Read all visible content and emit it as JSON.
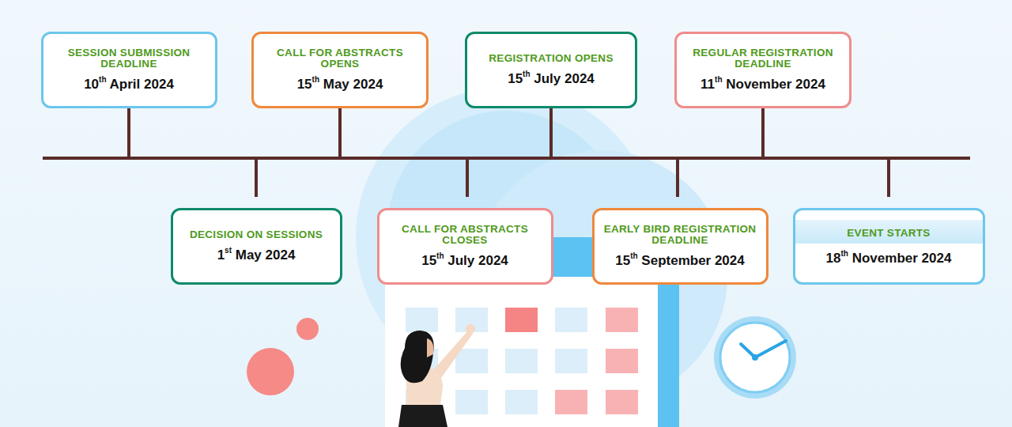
{
  "diagram": {
    "nodes": [
      {
        "text": [
          "SESSION SUBMISSION DEADLINE",
          "10th April 2024"
        ]
      },
      {
        "text": [
          "DECISION ON SESSIONS",
          "1st May 2024"
        ]
      },
      {
        "text": [
          "CALL FOR ABSTRACTS OPENS",
          "15th May 2024"
        ]
      },
      {
        "text": [
          "CALL FOR ABSTRACTS CLOSES",
          "15th July 2024"
        ]
      },
      {
        "text": [
          "REGISTRATION OPENS",
          "15th July 2024"
        ]
      },
      {
        "text": [
          "EARLY BIRD REGISTRATION DEADLINE",
          "15th September 2024"
        ]
      },
      {
        "text": [
          "REGULAR REGISTRATION DEADLINE",
          "11th November 2024"
        ]
      },
      {
        "text": [
          "EVENT STARTS",
          "18th November 2024"
        ]
      }
    ]
  }
}
